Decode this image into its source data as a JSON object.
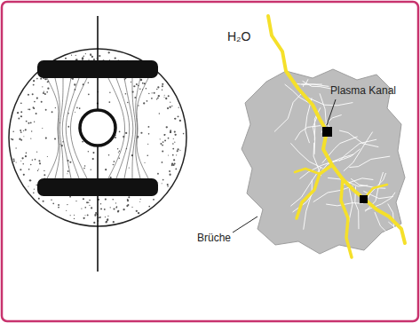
{
  "diagram": {
    "labels": [
      "H₂O",
      "Plasma Kanal",
      "Brüche"
    ]
  }
}
